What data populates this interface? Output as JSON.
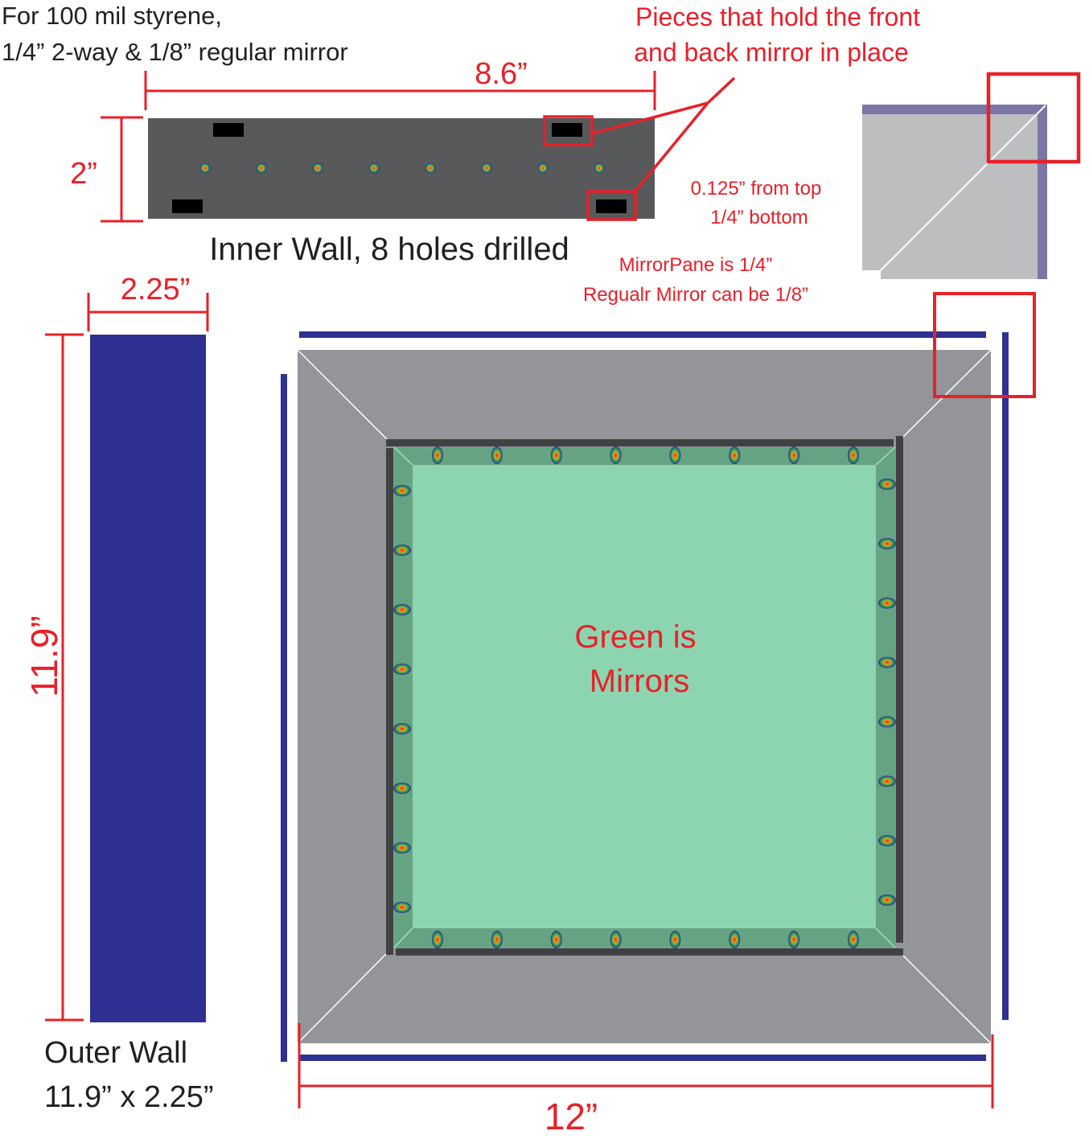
{
  "notes": {
    "material_line1": "For 100 mil styrene,",
    "material_line2": "1/4” 2-way & 1/8” regular mirror",
    "pieces_line1": "Pieces that hold the front",
    "pieces_line2": "and back mirror in place",
    "offset_line1": "0.125”  from top",
    "offset_line2": "1/4” bottom",
    "pane_line1": "MirrorPane is 1/4”",
    "pane_line2": "Regualr Mirror can be 1/8”"
  },
  "inner_wall": {
    "width_label": "8.6”",
    "height_label": "2”",
    "caption": "Inner Wall, 8 holes drilled",
    "hole_count": 8
  },
  "outer_wall": {
    "width_label": "2.25”",
    "height_label": "11.9”",
    "caption_line1": "Outer Wall",
    "caption_line2": "11.9” x 2.25”"
  },
  "assembly": {
    "width_label": "12”",
    "center_line1": "Green is",
    "center_line2": "Mirrors",
    "leds_per_side": 8
  },
  "colors": {
    "annotation_red": "#e8202a",
    "outer_wall_blue": "#2e3192",
    "inner_wall_gray": "#58595b",
    "frame_gray": "#939598",
    "mirror_green": "#8dd5b0",
    "mirror_dark_green": "#66a383",
    "corner_light_gray": "#bcbec0",
    "corner_purple": "#7a76a6"
  }
}
